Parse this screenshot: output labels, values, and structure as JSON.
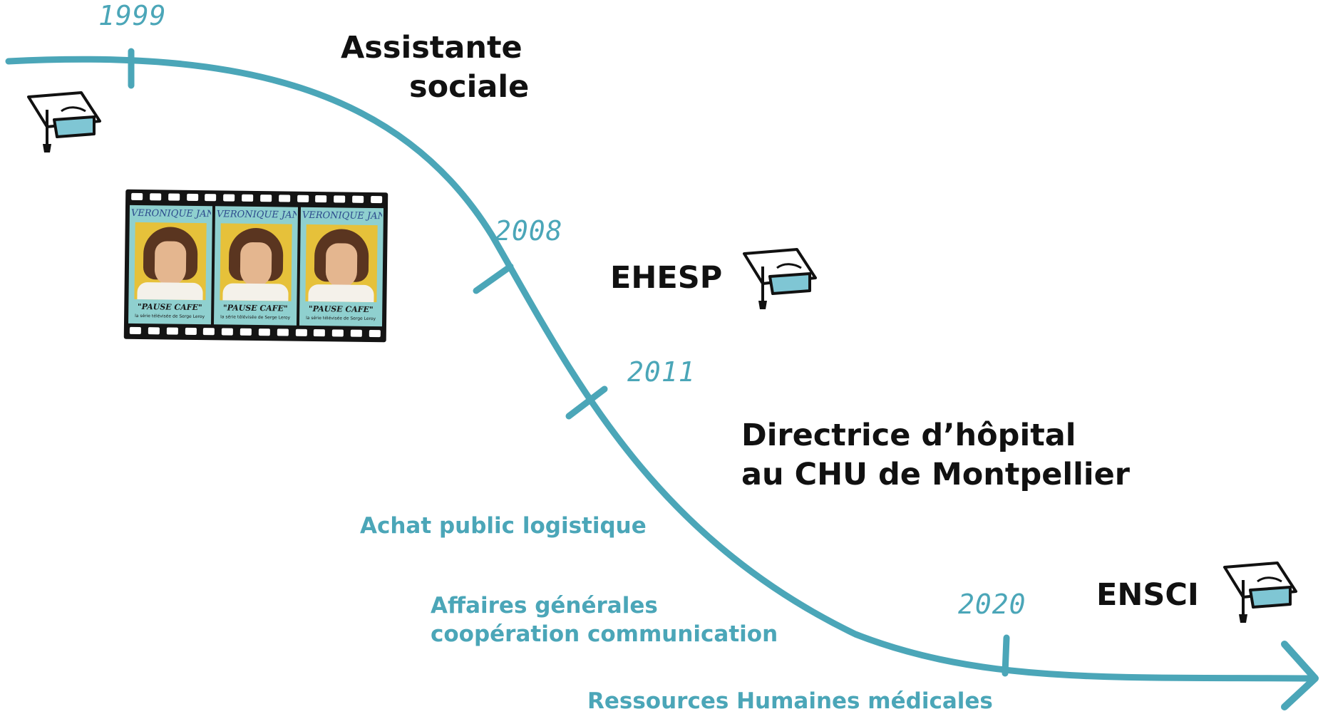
{
  "colors": {
    "accent": "#4ba6b8",
    "text": "#111111",
    "cap": "#7fc6d4"
  },
  "timeline": {
    "years": [
      "1999",
      "2008",
      "2011",
      "2020"
    ]
  },
  "milestones": {
    "assistante_line1": "Assistante",
    "assistante_line2": "sociale",
    "ehesp": "EHESP",
    "directrice_line1": "Directrice d’hôpital",
    "directrice_line2": "au CHU de Montpellier",
    "ensci": "ENSCI"
  },
  "roles": {
    "achat": "Achat public logistique",
    "affaires_line1": "Affaires générales",
    "affaires_line2": "coopération communication",
    "rh": "Ressources Humaines médicales"
  },
  "film": {
    "frame_title": "VERONIQUE JANNOT",
    "frame_caption": "\"PAUSE CAFE\"",
    "frame_small": "la série télévisée de Serge Leroy"
  },
  "icons": {
    "cap": "graduation-cap-icon",
    "arrow": "arrow-head-icon",
    "film": "film-strip-icon"
  }
}
